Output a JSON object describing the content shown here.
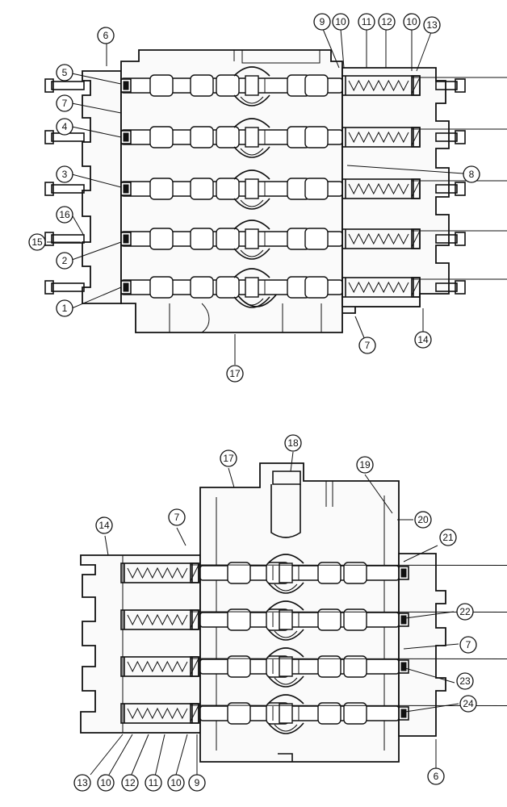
{
  "callouts": [
    {
      "id": "c-top-9",
      "label": "9"
    },
    {
      "id": "c-top-10a",
      "label": "10"
    },
    {
      "id": "c-top-11",
      "label": "11"
    },
    {
      "id": "c-top-12",
      "label": "12"
    },
    {
      "id": "c-top-10b",
      "label": "10"
    },
    {
      "id": "c-top-13",
      "label": "13"
    },
    {
      "id": "c-top-6",
      "label": "6"
    },
    {
      "id": "c-top-5",
      "label": "5"
    },
    {
      "id": "c-top-7a",
      "label": "7"
    },
    {
      "id": "c-top-4",
      "label": "4"
    },
    {
      "id": "c-top-8",
      "label": "8"
    },
    {
      "id": "c-top-3",
      "label": "3"
    },
    {
      "id": "c-top-16",
      "label": "16"
    },
    {
      "id": "c-top-15",
      "label": "15"
    },
    {
      "id": "c-top-2",
      "label": "2"
    },
    {
      "id": "c-top-1",
      "label": "1"
    },
    {
      "id": "c-top-7b",
      "label": "7"
    },
    {
      "id": "c-top-14",
      "label": "14"
    },
    {
      "id": "c-top-17",
      "label": "17"
    },
    {
      "id": "c-bot-18",
      "label": "18"
    },
    {
      "id": "c-bot-17",
      "label": "17"
    },
    {
      "id": "c-bot-19",
      "label": "19"
    },
    {
      "id": "c-bot-14",
      "label": "14"
    },
    {
      "id": "c-bot-7a",
      "label": "7"
    },
    {
      "id": "c-bot-20",
      "label": "20"
    },
    {
      "id": "c-bot-21",
      "label": "21"
    },
    {
      "id": "c-bot-22",
      "label": "22"
    },
    {
      "id": "c-bot-7b",
      "label": "7"
    },
    {
      "id": "c-bot-23",
      "label": "23"
    },
    {
      "id": "c-bot-24",
      "label": "24"
    },
    {
      "id": "c-bot-6",
      "label": "6"
    },
    {
      "id": "c-bot-13",
      "label": "13"
    },
    {
      "id": "c-bot-10a",
      "label": "10"
    },
    {
      "id": "c-bot-12",
      "label": "12"
    },
    {
      "id": "c-bot-11",
      "label": "11"
    },
    {
      "id": "c-bot-10b",
      "label": "10"
    },
    {
      "id": "c-bot-9",
      "label": "9"
    }
  ]
}
